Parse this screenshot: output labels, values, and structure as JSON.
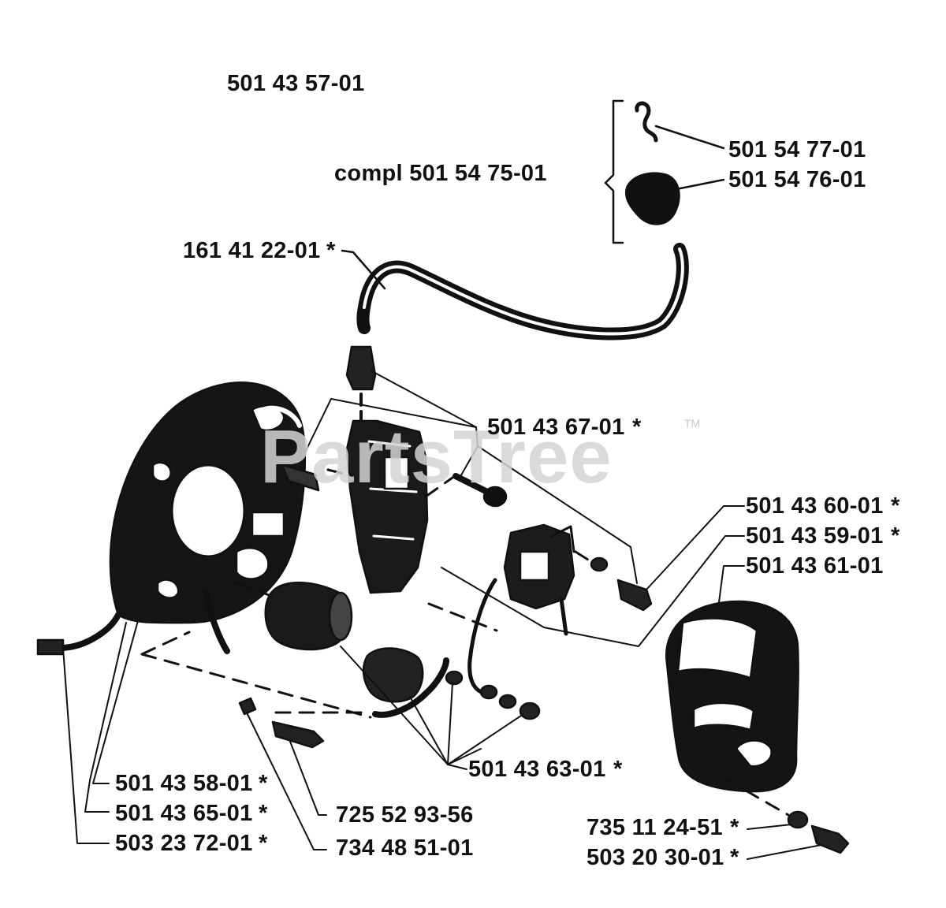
{
  "watermark": {
    "text": "PartsTree",
    "trademark": "TM"
  },
  "labels": {
    "main_assembly": "501 43 57-01",
    "complete_kit": "compl 501 54 75-01",
    "spring_clip": "501 54 77-01",
    "plug_cap": "501 54 76-01",
    "ignition_lead": "161 41 22-01",
    "coil_screws": "501 43 67-01",
    "part_60": "501 43 60-01",
    "part_59": "501 43 59-01",
    "part_61": "501 43 61-01",
    "part_63": "501 43 63-01",
    "part_58": "501 43 58-01",
    "part_65": "501 43 65-01",
    "part_72": "503 23 72-01",
    "washer": "725 52 93-56",
    "screw": "734 48 51-01",
    "bottom_washer": "735 11 24-51",
    "bottom_bolt": "503 20 30-01"
  },
  "markers": {
    "asterisk": "*"
  }
}
